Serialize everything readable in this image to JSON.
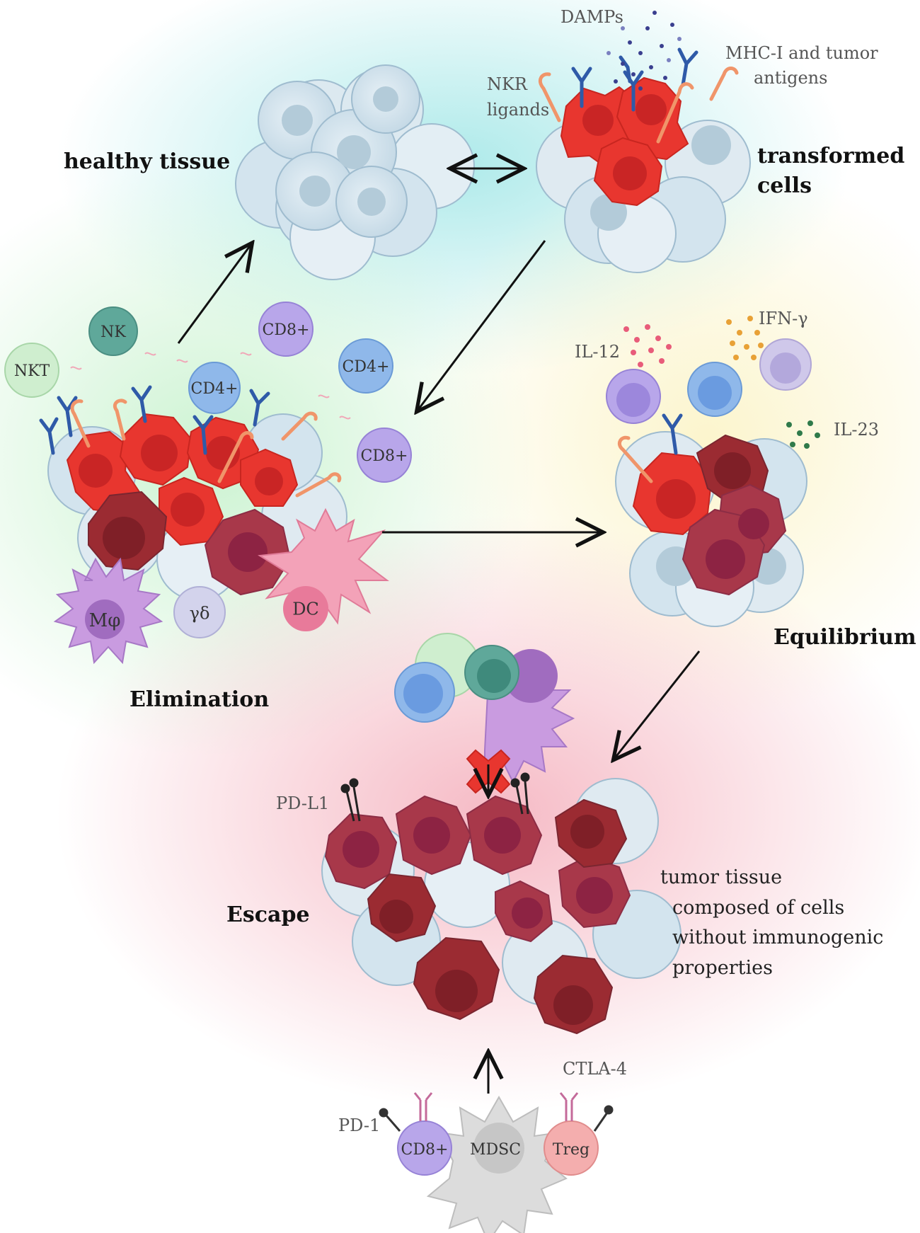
{
  "stages": {
    "healthy": "healthy tissue",
    "transformed_line1": "transformed",
    "transformed_line2": "cells",
    "elimination": "Elimination",
    "equilibrium": "Equilibrium",
    "escape": "Escape"
  },
  "labels": {
    "damps": "DAMPs",
    "nkr_line1": "NKR",
    "nkr_line2": "ligands",
    "mhc_line1": "MHC-I and tumor",
    "mhc_line2": "antigens",
    "il12": "IL-12",
    "ifn": "IFN-γ",
    "il23": "IL-23",
    "pdl1": "PD-L1",
    "pd1": "PD-1",
    "ctla4": "CTLA-4",
    "tumor_line1": "tumor tissue",
    "tumor_line2": "composed of cells",
    "tumor_line3": "without immunogenic",
    "tumor_line4": "properties"
  },
  "cells": {
    "nk": "NK",
    "nkt": "NKT",
    "cd8_a": "CD8+",
    "cd4_a": "CD4+",
    "cd4_b": "CD4+",
    "cd8_b": "CD8+",
    "macrophage": "Mφ",
    "gd": "γδ",
    "dc": "DC",
    "cd8_c": "CD8+",
    "mdsc": "MDSC",
    "treg": "Treg"
  },
  "colors": {
    "tumor_red": "#e8362f",
    "tumor_maroon": "#a8384a",
    "tumor_dark": "#9b2b32",
    "healthy_blue": "#c9dde8",
    "antibody_blue": "#2f5aa8",
    "nkr_orange": "#f0956a"
  }
}
